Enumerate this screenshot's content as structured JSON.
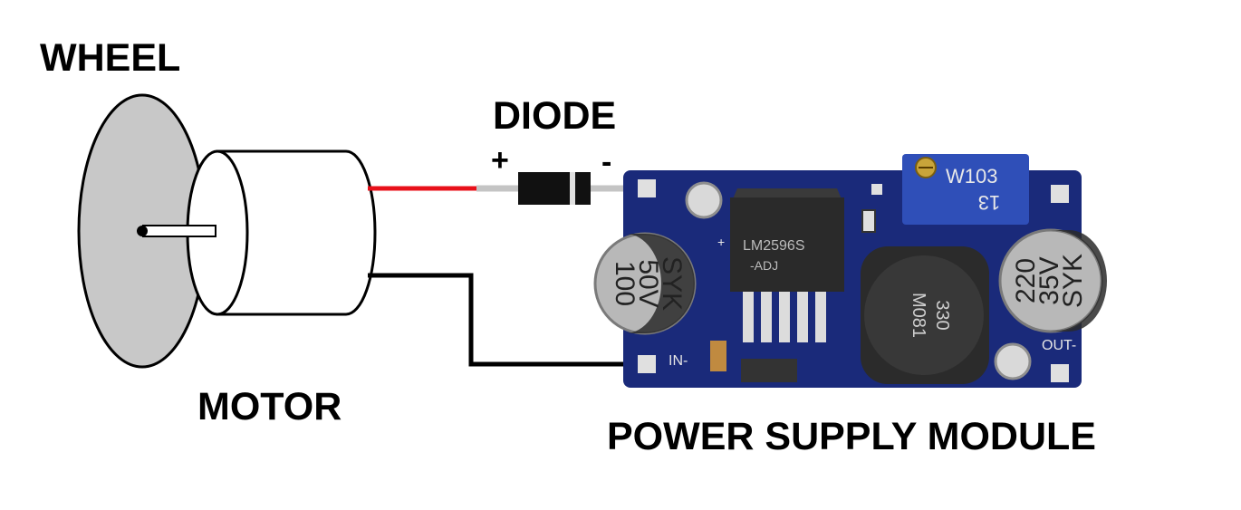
{
  "labels": {
    "wheel": "WHEEL",
    "motor": "MOTOR",
    "diode": "DIODE",
    "diode_plus": "+",
    "diode_minus": "-",
    "power_supply": "POWER SUPPLY MODULE"
  },
  "module_markings": {
    "potentiometer": "W103",
    "pot_code": "13",
    "cap_left": [
      "100",
      "50V",
      "SYK"
    ],
    "cap_right": [
      "220",
      "35V",
      "SYK"
    ],
    "ic": [
      "LM2596S",
      "-ADJ"
    ],
    "inductor": [
      "330",
      "M081"
    ],
    "in_label": "IN-",
    "out_label": "OUT-",
    "plus_mark": "+"
  },
  "colors": {
    "wire_positive": "#e8101a",
    "wire_negative": "#000000",
    "wheel_fill": "#c8c8c8",
    "pcb": "#1a2a7a",
    "potentiometer": "#2f4fb8",
    "diode_body": "#111111",
    "lead": "#c4c4c4"
  }
}
